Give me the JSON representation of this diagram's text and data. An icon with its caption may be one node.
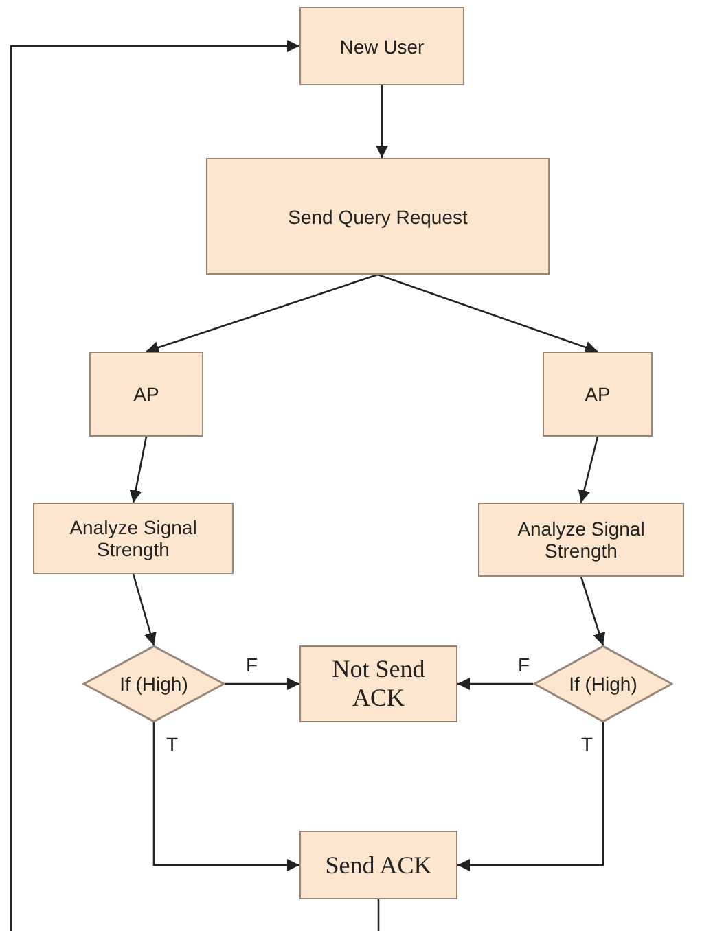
{
  "diagram": {
    "nodes": [
      {
        "text": [
          "New User"
        ]
      },
      {
        "text": [
          "Send Query Request"
        ]
      },
      {
        "text": [
          "AP"
        ]
      },
      {
        "text": [
          "AP"
        ]
      },
      {
        "text": [
          "Analyze Signal Strength"
        ]
      },
      {
        "text": [
          "Analyze Signal Strength"
        ]
      },
      {
        "text": [
          "If (High)"
        ]
      },
      {
        "text": [
          "Not Send ACK"
        ]
      },
      {
        "text": [
          "If (High)"
        ]
      },
      {
        "text": [
          "Send ACK"
        ]
      }
    ],
    "edges": [
      {
        "from": 0,
        "to": 1,
        "arrow": "to"
      },
      {
        "from": 1,
        "to": 2,
        "arrow": "to"
      },
      {
        "from": 1,
        "to": 3,
        "arrow": "to"
      },
      {
        "from": 2,
        "to": 4,
        "arrow": "to"
      },
      {
        "from": 3,
        "to": 5,
        "arrow": "to"
      },
      {
        "from": 4,
        "to": 6,
        "arrow": "to"
      },
      {
        "from": 5,
        "to": 8,
        "arrow": "to"
      },
      {
        "from": 6,
        "to": 7,
        "label": "F",
        "arrow": "to"
      },
      {
        "from": 8,
        "to": 7,
        "label": "F",
        "arrow": "to"
      },
      {
        "from": 6,
        "to": 9,
        "label": "T",
        "arrow": "to"
      },
      {
        "from": 8,
        "to": 9,
        "label": "T",
        "arrow": "to"
      },
      {
        "from": 9,
        "to": 0,
        "arrow": "to"
      }
    ]
  }
}
